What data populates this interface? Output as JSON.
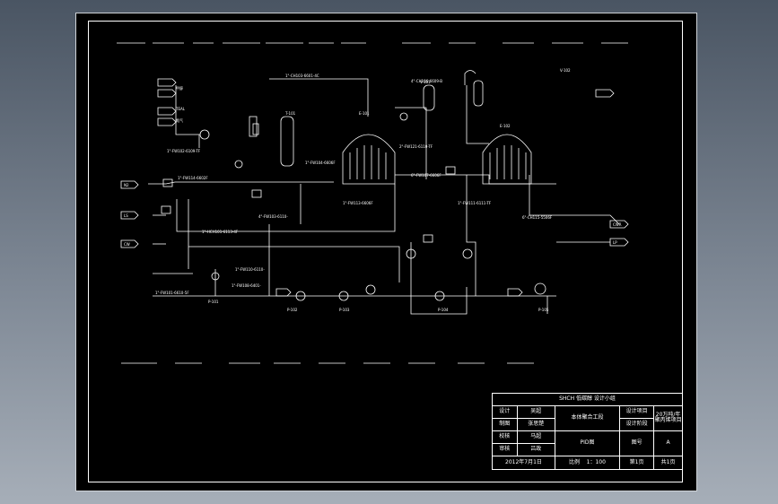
{
  "drawing": {
    "stream_labels": [
      "甲醇",
      "TEAL",
      "氮气",
      "N2",
      "LS",
      "CW",
      "CWR",
      "LP"
    ],
    "line_numbers": [
      "1\"-CH103-6601-4C",
      "4\"-CH106-6609-B",
      "2\"-FW121-6110-TF",
      "1\"-FW114-6602F",
      "1\"-FW104-6606F",
      "6\"-FW107-6606F",
      "1\"-FW113-6606F",
      "1\"-FW111-6111-TF",
      "4\"-FW103-6110-",
      "1\"-HCH101-6113-4F",
      "1\"-FW102-6109-TF",
      "6\"-CH115-5506F",
      "1\"-FW110-6110-",
      "1\"-FW108-6401-",
      "1\"-FW101-6610-5F"
    ],
    "equipment_tags": [
      "T-101",
      "E-101",
      "E-102",
      "V-101",
      "V-102",
      "P-101",
      "P-102",
      "P-103",
      "P-104",
      "P-105"
    ]
  },
  "title_block": {
    "header": "SHCH 低碳醇  设计小组",
    "roles": [
      "设计",
      "制图",
      "校核",
      "审核"
    ],
    "names": [
      "吴超",
      "张思楚",
      "马超",
      "吕政"
    ],
    "project_name": "本体聚合工段",
    "drawing_type": "PID图",
    "design_item_label": "设计项目",
    "design_stage_label": "设计阶段",
    "client": "20万吨/年聚丙烯项目",
    "drawing_no_label": "图号",
    "drawing_no": "A",
    "date": "2012年7月1日",
    "scale_label": "比例",
    "scale_value": "1：100",
    "sheet_label": "第1页",
    "total_label": "共1页"
  }
}
